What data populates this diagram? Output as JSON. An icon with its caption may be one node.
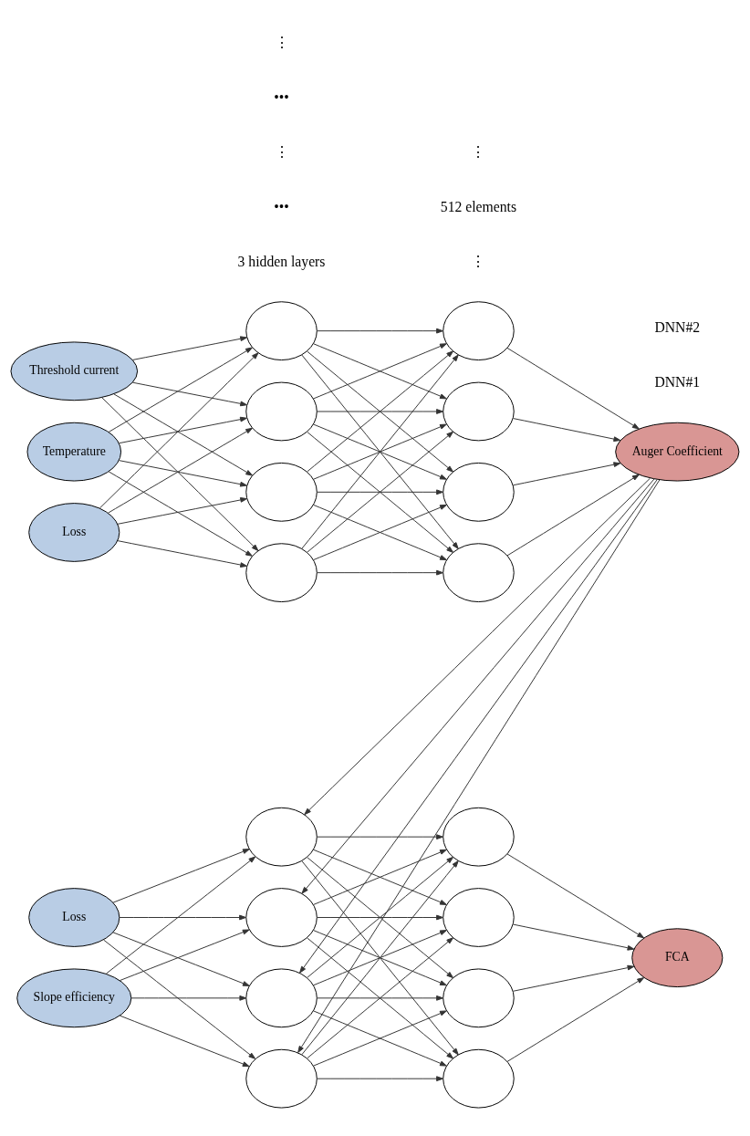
{
  "diagram": {
    "nodes": [
      {
        "text": [
          "Threshold current"
        ]
      },
      {
        "text": [
          "Temperature"
        ]
      },
      {
        "text": [
          "Loss"
        ]
      },
      {
        "text": [],
        "shape": "circle"
      },
      {
        "text": [],
        "shape": "circle"
      },
      {
        "text": [],
        "shape": "circle"
      },
      {
        "text": [],
        "shape": "circle"
      },
      {
        "text": [],
        "shape": "circle"
      },
      {
        "text": [],
        "shape": "circle"
      },
      {
        "text": [],
        "shape": "circle"
      },
      {
        "text": [],
        "shape": "circle"
      },
      {
        "text": [
          "Auger Coefficient"
        ]
      },
      {
        "text": [
          "Slope efficiency"
        ]
      },
      {
        "text": [
          "Loss"
        ]
      },
      {
        "text": [],
        "shape": "circle"
      },
      {
        "text": [],
        "shape": "circle"
      },
      {
        "text": [],
        "shape": "circle"
      },
      {
        "text": [],
        "shape": "circle"
      },
      {
        "text": [],
        "shape": "circle"
      },
      {
        "text": [],
        "shape": "circle"
      },
      {
        "text": [],
        "shape": "circle"
      },
      {
        "text": [],
        "shape": "circle"
      },
      {
        "text": [
          "FCA"
        ]
      }
    ],
    "edges": [
      {
        "from": 0,
        "to": 3,
        "arrow": "to"
      },
      {
        "from": 0,
        "to": 4,
        "arrow": "to"
      },
      {
        "from": 0,
        "to": 5,
        "arrow": "to"
      },
      {
        "from": 0,
        "to": 6,
        "arrow": "to"
      },
      {
        "from": 1,
        "to": 3,
        "arrow": "to"
      },
      {
        "from": 1,
        "to": 4,
        "arrow": "to"
      },
      {
        "from": 1,
        "to": 5,
        "arrow": "to"
      },
      {
        "from": 1,
        "to": 6,
        "arrow": "to"
      },
      {
        "from": 2,
        "to": 3,
        "arrow": "to"
      },
      {
        "from": 2,
        "to": 4,
        "arrow": "to"
      },
      {
        "from": 2,
        "to": 5,
        "arrow": "to"
      },
      {
        "from": 2,
        "to": 6,
        "arrow": "to"
      },
      {
        "from": 3,
        "to": 7,
        "arrow": "to"
      },
      {
        "from": 3,
        "to": 8,
        "arrow": "to"
      },
      {
        "from": 3,
        "to": 9,
        "arrow": "to"
      },
      {
        "from": 3,
        "to": 10,
        "arrow": "to"
      },
      {
        "from": 4,
        "to": 7,
        "arrow": "to"
      },
      {
        "from": 4,
        "to": 8,
        "arrow": "to"
      },
      {
        "from": 4,
        "to": 9,
        "arrow": "to"
      },
      {
        "from": 4,
        "to": 10,
        "arrow": "to"
      },
      {
        "from": 5,
        "to": 7,
        "arrow": "to"
      },
      {
        "from": 5,
        "to": 8,
        "arrow": "to"
      },
      {
        "from": 5,
        "to": 9,
        "arrow": "to"
      },
      {
        "from": 5,
        "to": 10,
        "arrow": "to"
      },
      {
        "from": 6,
        "to": 7,
        "arrow": "to"
      },
      {
        "from": 6,
        "to": 8,
        "arrow": "to"
      },
      {
        "from": 6,
        "to": 9,
        "arrow": "to"
      },
      {
        "from": 6,
        "to": 10,
        "arrow": "to"
      },
      {
        "from": 7,
        "to": 11,
        "arrow": "to"
      },
      {
        "from": 8,
        "to": 11,
        "arrow": "to"
      },
      {
        "from": 9,
        "to": 11,
        "arrow": "to"
      },
      {
        "from": 10,
        "to": 11,
        "arrow": "to"
      },
      {
        "from": 11,
        "to": 14,
        "arrow": "to"
      },
      {
        "from": 11,
        "to": 15,
        "arrow": "to"
      },
      {
        "from": 11,
        "to": 16,
        "arrow": "to"
      },
      {
        "from": 11,
        "to": 17,
        "arrow": "to"
      },
      {
        "from": 12,
        "to": 14,
        "arrow": "to"
      },
      {
        "from": 12,
        "to": 15,
        "arrow": "to"
      },
      {
        "from": 12,
        "to": 16,
        "arrow": "to"
      },
      {
        "from": 12,
        "to": 17,
        "arrow": "to"
      },
      {
        "from": 13,
        "to": 14,
        "arrow": "to"
      },
      {
        "from": 13,
        "to": 15,
        "arrow": "to"
      },
      {
        "from": 13,
        "to": 16,
        "arrow": "to"
      },
      {
        "from": 13,
        "to": 17,
        "arrow": "to"
      },
      {
        "from": 14,
        "to": 18,
        "arrow": "to"
      },
      {
        "from": 14,
        "to": 19,
        "arrow": "to"
      },
      {
        "from": 14,
        "to": 20,
        "arrow": "to"
      },
      {
        "from": 14,
        "to": 21,
        "arrow": "to"
      },
      {
        "from": 15,
        "to": 18,
        "arrow": "to"
      },
      {
        "from": 15,
        "to": 19,
        "arrow": "to"
      },
      {
        "from": 15,
        "to": 20,
        "arrow": "to"
      },
      {
        "from": 15,
        "to": 21,
        "arrow": "to"
      },
      {
        "from": 16,
        "to": 18,
        "arrow": "to"
      },
      {
        "from": 16,
        "to": 19,
        "arrow": "to"
      },
      {
        "from": 16,
        "to": 20,
        "arrow": "to"
      },
      {
        "from": 16,
        "to": 21,
        "arrow": "to"
      },
      {
        "from": 17,
        "to": 18,
        "arrow": "to"
      },
      {
        "from": 17,
        "to": 19,
        "arrow": "to"
      },
      {
        "from": 17,
        "to": 20,
        "arrow": "to"
      },
      {
        "from": 17,
        "to": 21,
        "arrow": "to"
      },
      {
        "from": 18,
        "to": 22,
        "arrow": "to"
      },
      {
        "from": 19,
        "to": 22,
        "arrow": "to"
      },
      {
        "from": 20,
        "to": 22,
        "arrow": "to"
      },
      {
        "from": 21,
        "to": 22,
        "arrow": "to"
      }
    ],
    "labels": [
      "3 hidden layers",
      "•••",
      "⋮",
      "⋮",
      "512 elements",
      "DNN#1",
      "•••",
      "⋮",
      "⋮",
      "DNN#2"
    ]
  }
}
